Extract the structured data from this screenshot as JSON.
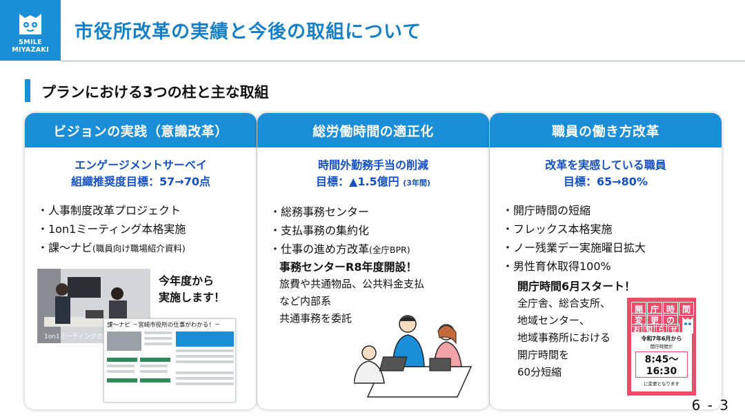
{
  "logo": {
    "line1": "SMILE",
    "line2": "MIYAZAKI"
  },
  "title": "市役所改革の実績と今後の取組について",
  "subtitle": "プランにおける3つの柱と主な取組",
  "colors": {
    "accent": "#1b8ed8",
    "target_text": "#1450c0",
    "title": "#1580c8",
    "poster": "#e94d68"
  },
  "cards": [
    {
      "header": "ビジョンの実践（意識改革）",
      "target_line1": "エンゲージメントサーベイ",
      "target_line2": "組織推奨度目標：57→70点",
      "items": [
        "・人事制度改革プロジェクト",
        "・1on1ミーティング本格実施",
        "・課～ナビ"
      ],
      "item3_small": "(職員向け職場紹介資料)",
      "note_line1": "今年度から",
      "note_line2": "実施します！",
      "photo_caption": "1on1ミーティングの様子",
      "brochure_title": "課～ナビ －宮崎市役所の仕事がわかる！－"
    },
    {
      "header": "総労働時間の適正化",
      "target_line1": "時間外勤務手当の削減",
      "target_line2": "目標：▲1.5億円",
      "target_small": "(3年間)",
      "items": [
        "・総務事務センター",
        "・支払事務の集約化",
        "・仕事の進め方改革"
      ],
      "item3_small": "(全庁BPR)",
      "highlight": "事務センターR8年度開設！",
      "body": [
        "旅費や共通物品、公共料金支払",
        "など内部系",
        "共通事務を委託"
      ]
    },
    {
      "header": "職員の働き方改革",
      "target_line1": "改革を実感している職員",
      "target_line2": "目標：65→80%",
      "items": [
        "・開庁時間の短縮",
        "・フレックス本格実施",
        "・ノー残業デー実施曜日拡大",
        "・男性育休取得100%"
      ],
      "highlight": "開庁時間6月スタート！",
      "body": [
        "全庁舎、総合支所、",
        "地域センター、",
        "地域事務所における",
        "開庁時間を",
        "60分短縮"
      ],
      "poster": {
        "cells": [
          "開",
          "庁",
          "時",
          "間",
          "変",
          "更",
          "の",
          "お",
          "知",
          "ら",
          "せ"
        ],
        "date": "令和7年6月から",
        "sub": "開庁時間が",
        "time": "8:45～16:30",
        "change": "に変更となります"
      }
    }
  ],
  "page_number": "6 - 3"
}
